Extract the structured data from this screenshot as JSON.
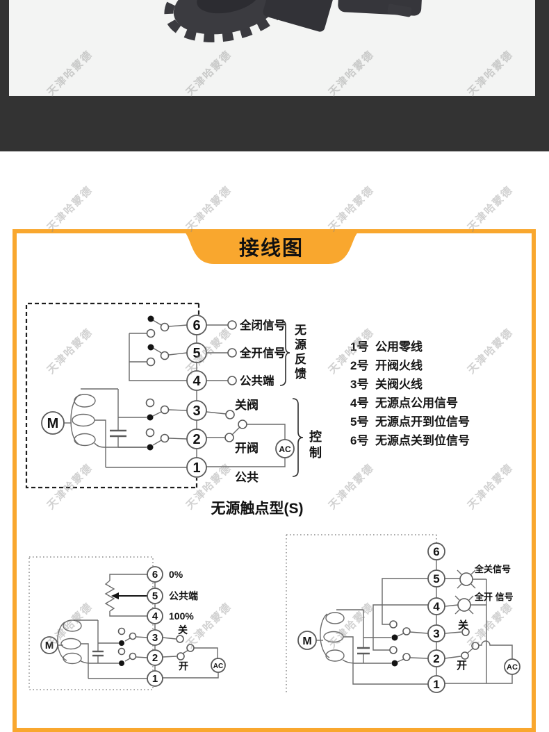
{
  "colors": {
    "accent": "#F9A72E",
    "hero_bg": "#333333",
    "photo_bg": "#f3f4f3",
    "wire": "#6a6a6a",
    "text": "#111111"
  },
  "watermark": {
    "text": "天津哈蒙德"
  },
  "panel": {
    "title": "接线图"
  },
  "main_diagram": {
    "motor": "M",
    "ac": "AC",
    "feedback_group": "无源反馈",
    "control_group": "控制",
    "caption": "无源触点型(S)",
    "terminals": [
      {
        "num": "6",
        "label": "全闭信号"
      },
      {
        "num": "5",
        "label": "全开信号"
      },
      {
        "num": "4",
        "label": "公共端"
      },
      {
        "num": "3",
        "label": "关阀"
      },
      {
        "num": "2",
        "label": "开阀"
      },
      {
        "num": "1",
        "label": "公共"
      }
    ]
  },
  "legend": {
    "items": [
      {
        "num": "1号",
        "text": "公用零线"
      },
      {
        "num": "2号",
        "text": "开阀火线"
      },
      {
        "num": "3号",
        "text": "关阀火线"
      },
      {
        "num": "4号",
        "text": "无源点公用信号"
      },
      {
        "num": "5号",
        "text": "无源点开到位信号"
      },
      {
        "num": "6号",
        "text": "无源点关到位信号"
      }
    ]
  },
  "left_diagram": {
    "motor": "M",
    "ac": "AC",
    "terminals": [
      {
        "num": "6",
        "label": "0%"
      },
      {
        "num": "5",
        "label": "公共端"
      },
      {
        "num": "4",
        "label": "100%"
      },
      {
        "num": "3",
        "label": "关"
      },
      {
        "num": "2",
        "label": "开"
      },
      {
        "num": "1",
        "label": ""
      }
    ]
  },
  "right_diagram": {
    "motor": "M",
    "ac": "AC",
    "lamp_labels": [
      "全关信号",
      "全开 信号"
    ],
    "terminals": [
      {
        "num": "6",
        "label": ""
      },
      {
        "num": "5",
        "label": ""
      },
      {
        "num": "4",
        "label": ""
      },
      {
        "num": "3",
        "label": "关"
      },
      {
        "num": "2",
        "label": "开"
      },
      {
        "num": "1",
        "label": ""
      }
    ]
  }
}
